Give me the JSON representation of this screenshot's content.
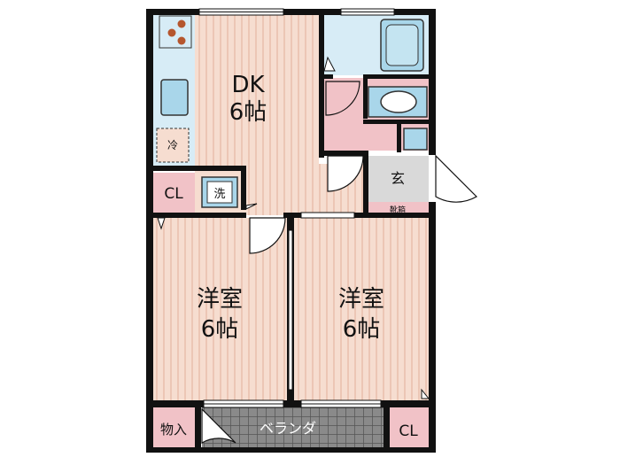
{
  "rooms": {
    "dk": {
      "name": "DK",
      "size": "6帖"
    },
    "western_left": {
      "name": "洋室",
      "size": "6帖"
    },
    "western_right": {
      "name": "洋室",
      "size": "6帖"
    },
    "closet_left": "CL",
    "closet_right": "CL",
    "storage": "物入",
    "entrance": "玄",
    "shoe_box": "靴箱",
    "washer": "洗",
    "fridge": "冷",
    "balcony": "ベランダ"
  },
  "colors": {
    "floor_wood": "#f6ddd0",
    "floor_stripe": "#ecc6b5",
    "wet_area": "#d7ecf6",
    "fixture": "#a9d6ea",
    "toilet_floor": "#f1c2c7",
    "closet": "#f1c2c7",
    "entrance_floor": "#d9d9d9",
    "balcony": "#7a7a7a",
    "wall": "#111111",
    "stove_burner": "#b5562e"
  }
}
